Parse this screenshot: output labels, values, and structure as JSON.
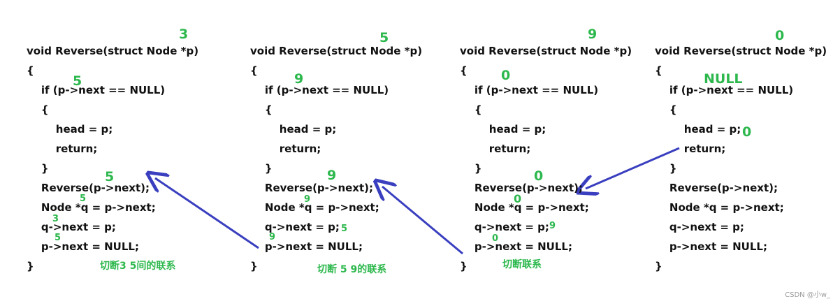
{
  "code_lines": [
    "void Reverse(struct Node *p)",
    "{",
    "    if (p->next == NULL)",
    "    {",
    "        head = p;",
    "        return;",
    "    }",
    "    Reverse(p->next);",
    "    Node *q = p->next;",
    "    q->next = p;",
    "    p->next = NULL;",
    "}"
  ],
  "panels": [
    {
      "top": "3",
      "if_ann": "5",
      "call_ann": "5",
      "q_ann": "5",
      "q_next_ann": "3",
      "p_next_ann": "5",
      "q_line_right": "",
      "p_line_left": "",
      "head_ann": "",
      "caption": "切断3 5间的联系"
    },
    {
      "top": "5",
      "if_ann": "9",
      "call_ann": "9",
      "q_ann": "9",
      "q_next_ann": "",
      "p_next_ann": "9",
      "q_line_right": "5",
      "p_line_left": "",
      "head_ann": "",
      "caption": "切断 5 9的联系"
    },
    {
      "top": "9",
      "if_ann": "0",
      "call_ann": "0",
      "q_ann": "0",
      "q_next_ann": "",
      "p_next_ann": "0",
      "q_line_right": "9",
      "p_line_left": "",
      "head_ann": "",
      "caption": "切断联系"
    },
    {
      "top": "0",
      "if_ann": "NULL",
      "call_ann": "",
      "q_ann": "",
      "q_next_ann": "",
      "p_next_ann": "",
      "q_line_right": "",
      "p_line_left": "",
      "head_ann": "0",
      "caption": ""
    }
  ],
  "colors": {
    "annotation": "#2db84d",
    "arrow": "#3a3fbf",
    "code": "#111111"
  },
  "watermark": "CSDN @小w_"
}
